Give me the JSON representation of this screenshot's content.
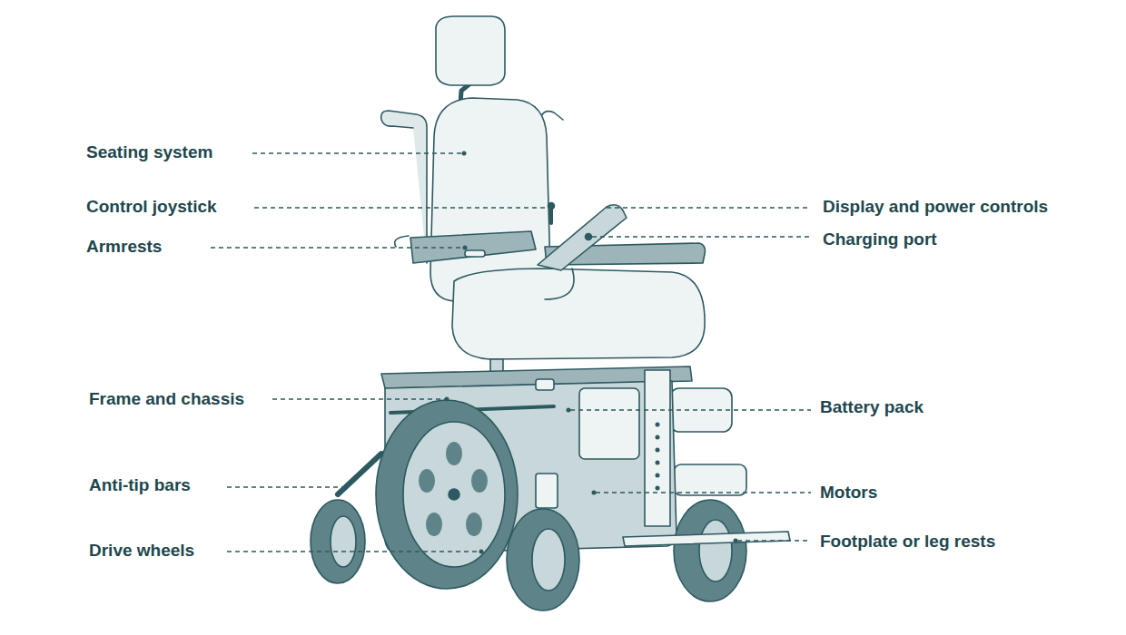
{
  "diagram": {
    "labels": [
      "Seating system",
      "Control joystick",
      "Armrests",
      "Frame and chassis",
      "Anti-tip bars",
      "Drive wheels",
      "Display and power controls",
      "Charging port",
      "Battery pack",
      "Motors",
      "Footplate or leg rests"
    ]
  }
}
